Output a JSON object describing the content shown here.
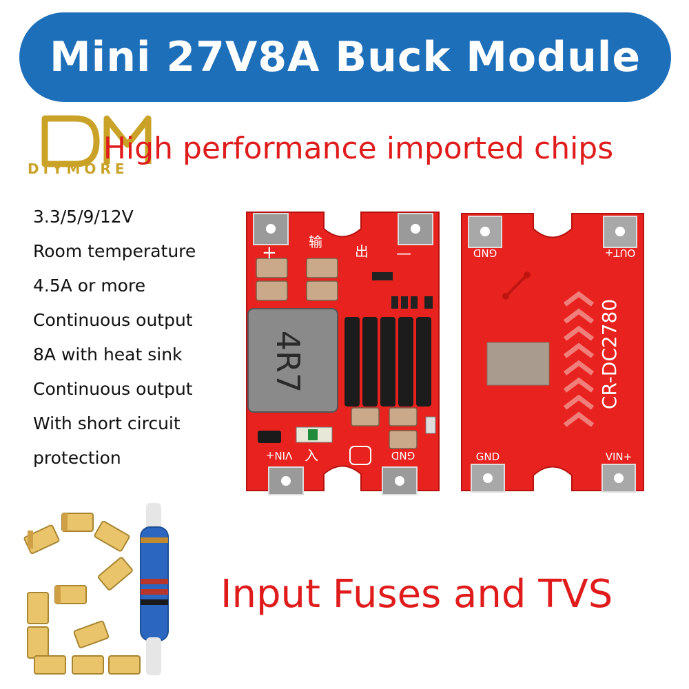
{
  "banner": {
    "title": "Mini 27V8A Buck Module"
  },
  "brand": {
    "logo_text": "DIYMORE"
  },
  "subtitle": "High performance imported chips",
  "specs": [
    "3.3/5/9/12V",
    "Room temperature",
    "4.5A or more",
    "Continuous output",
    "8A with heat sink",
    "Continuous output",
    "With short circuit",
    "protection"
  ],
  "board_front": {
    "label_vin": "VIN+",
    "label_gnd": "GND",
    "label_input_cn": "输",
    "label_output_cn": "出",
    "label_in_cn": "入",
    "inductor_code": "4R7",
    "plus": "+",
    "minus": "—"
  },
  "board_back": {
    "label_gnd_top": "GND",
    "label_out": "OUT+",
    "label_gnd_bottom": "GND",
    "label_vin": "VIN+",
    "model": "CR-DC2780"
  },
  "footer": {
    "text": "Input Fuses and TVS"
  },
  "colors": {
    "banner": "#1e6fba",
    "accent_red": "#e01b1b",
    "pcb_red": "#e8231f",
    "logo_gold": "#c9a227"
  }
}
